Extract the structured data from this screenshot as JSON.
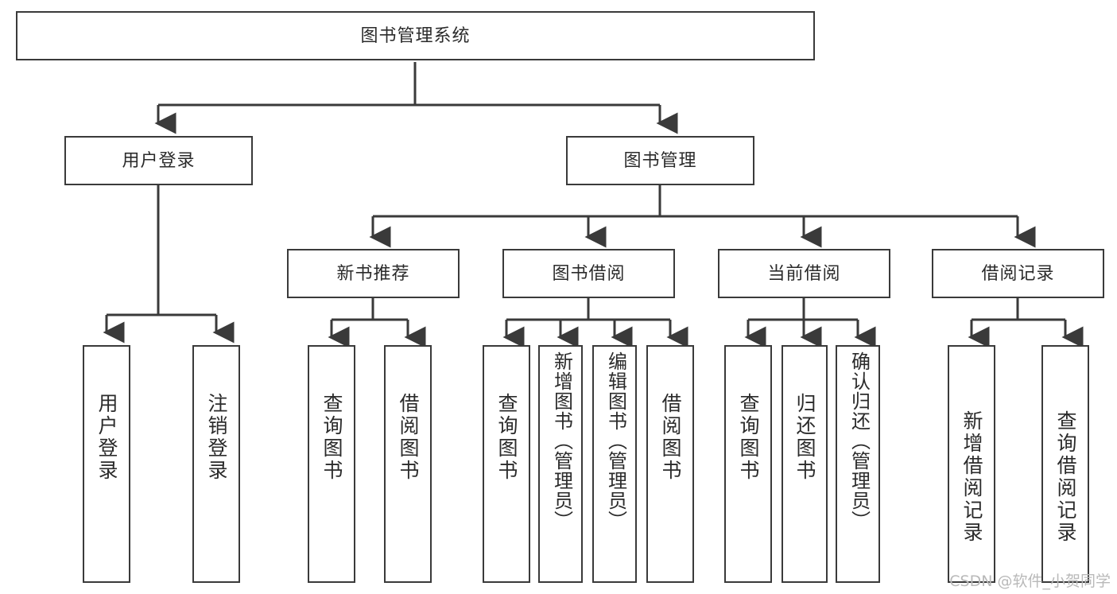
{
  "diagram": {
    "title": "图书管理系统",
    "watermark": "CSDN @软件_小贺同学",
    "stroke_color": "#3a3a3a",
    "text_color": "#2b2b2b",
    "background": "#ffffff",
    "watermark_color": "#b9b9b9"
  },
  "nodes": {
    "root": {
      "label": "图书管理系统"
    },
    "level2": [
      {
        "label": "用户登录"
      },
      {
        "label": "图书管理"
      }
    ],
    "level3": [
      {
        "label": "新书推荐"
      },
      {
        "label": "图书借阅"
      },
      {
        "label": "当前借阅"
      },
      {
        "label": "借阅记录"
      }
    ],
    "leaves": {
      "user_login": [
        {
          "label": "用户登录"
        },
        {
          "label": "注销登录"
        }
      ],
      "new_book": [
        {
          "label": "查询图书"
        },
        {
          "label": "借阅图书"
        }
      ],
      "book_borrow": [
        {
          "label": "查询图书"
        },
        {
          "label": "新增图书（管理员）"
        },
        {
          "label": "编辑图书（管理员）"
        },
        {
          "label": "借阅图书"
        }
      ],
      "current_borrow": [
        {
          "label": "查询图书"
        },
        {
          "label": "归还图书"
        },
        {
          "label": "确认归还（管理员）"
        }
      ],
      "borrow_record": [
        {
          "label": "新增借阅记录"
        },
        {
          "label": "查询借阅记录"
        }
      ]
    }
  }
}
